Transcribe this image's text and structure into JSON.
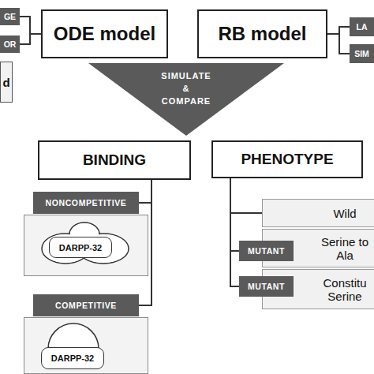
{
  "diagram": {
    "nodes": [
      {
        "text": [
          "GE"
        ]
      },
      {
        "text": [
          "OR"
        ]
      },
      {
        "text": [
          "d"
        ]
      },
      {
        "text": [
          "ODE model"
        ]
      },
      {
        "text": [
          "RB model"
        ]
      },
      {
        "text": [
          "LA"
        ]
      },
      {
        "text": [
          "SIM"
        ]
      },
      {
        "text": [
          "SIMULATE & COMPARE"
        ]
      },
      {
        "text": [
          "BINDING"
        ]
      },
      {
        "text": [
          "PHENOTYPE"
        ]
      },
      {
        "text": [
          "NONCOMPETITIVE"
        ]
      },
      {
        "text": [
          "DARPP-32"
        ],
        "in": 10
      },
      {
        "text": [
          "Wild"
        ]
      },
      {
        "text": [
          "MUTANT"
        ]
      },
      {
        "text": [
          "Serine to Ala"
        ]
      },
      {
        "text": [
          "COMPETITIVE"
        ]
      },
      {
        "text": [
          "DARPP-32"
        ],
        "in": 15
      },
      {
        "text": [
          "MUTANT"
        ]
      },
      {
        "text": [
          "Constitu Serine"
        ]
      }
    ],
    "edges": [
      {
        "from": 3,
        "to": 0,
        "arrow": "none"
      },
      {
        "from": 3,
        "to": 1,
        "arrow": "none"
      },
      {
        "from": 4,
        "to": 5,
        "arrow": "none"
      },
      {
        "from": 4,
        "to": 6,
        "arrow": "none"
      },
      {
        "from": 8,
        "to": 10,
        "arrow": "none"
      },
      {
        "from": 8,
        "to": 15,
        "arrow": "none"
      },
      {
        "from": 9,
        "to": 12,
        "arrow": "none"
      },
      {
        "from": 9,
        "to": 13,
        "arrow": "none"
      },
      {
        "from": 9,
        "to": 17,
        "arrow": "none"
      }
    ]
  }
}
